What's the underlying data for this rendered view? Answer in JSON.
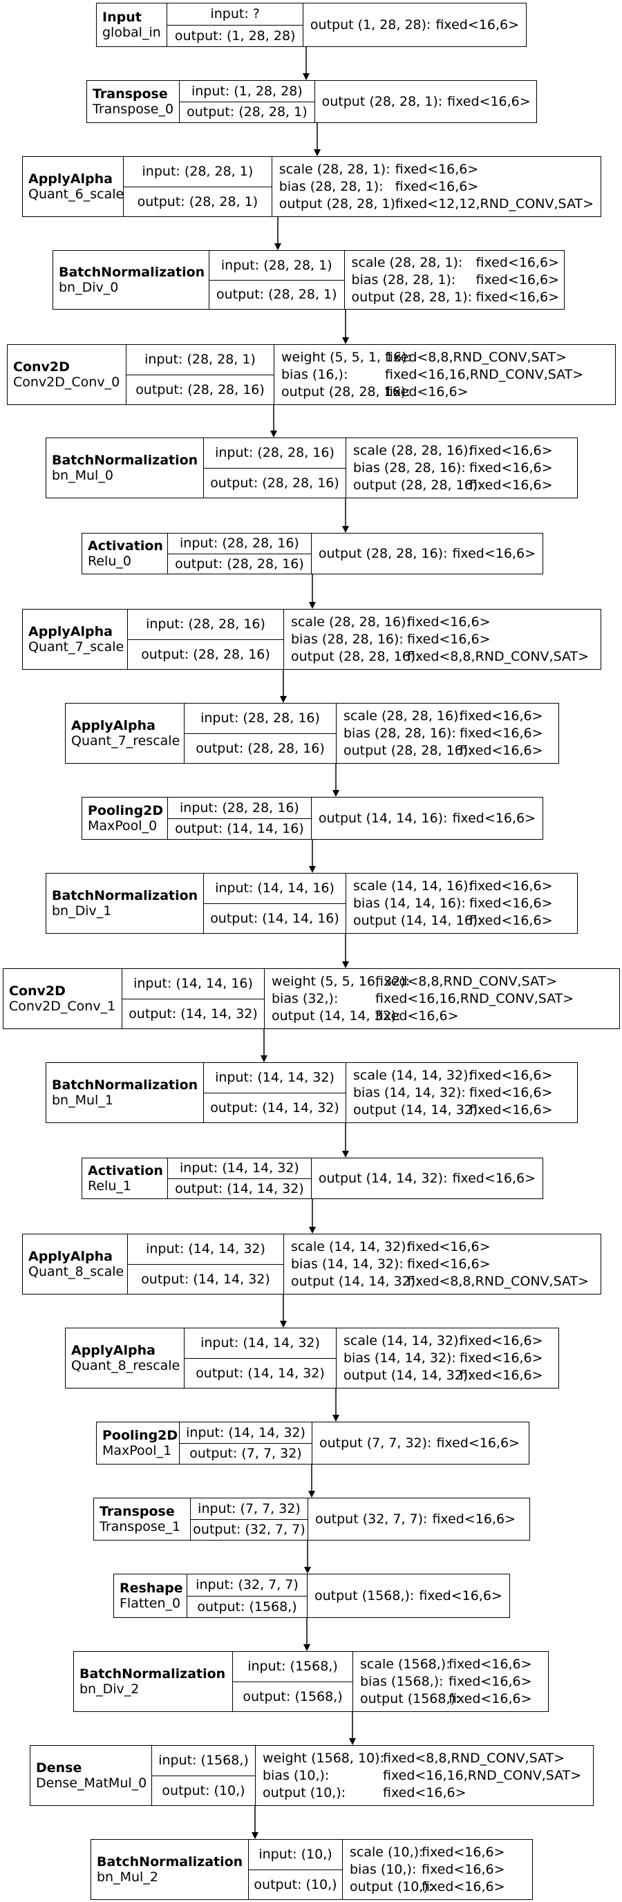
{
  "nodes": [
    {
      "op": "Input",
      "instance": "global_in",
      "input": "input: ?",
      "output": "output: (1, 28, 28)",
      "rows": [
        {
          "label": "output (1, 28, 28):",
          "value": "fixed<16,6>"
        }
      ]
    },
    {
      "op": "Transpose",
      "instance": "Transpose_0",
      "input": "input: (1, 28, 28)",
      "output": "output: (28, 28, 1)",
      "rows": [
        {
          "label": "output (28, 28, 1):",
          "value": "fixed<16,6>"
        }
      ]
    },
    {
      "op": "ApplyAlpha",
      "instance": "Quant_6_scale",
      "input": "input: (28, 28, 1)",
      "output": "output: (28, 28, 1)",
      "rows": [
        {
          "label": "scale (28, 28, 1):",
          "value": "fixed<16,6>"
        },
        {
          "label": "bias (28, 28, 1):",
          "value": "fixed<16,6>"
        },
        {
          "label": "output (28, 28, 1):",
          "value": "fixed<12,12,RND_CONV,SAT>"
        }
      ]
    },
    {
      "op": "BatchNormalization",
      "instance": "bn_Div_0",
      "input": "input: (28, 28, 1)",
      "output": "output: (28, 28, 1)",
      "rows": [
        {
          "label": "scale (28, 28, 1):",
          "value": "fixed<16,6>"
        },
        {
          "label": "bias (28, 28, 1):",
          "value": "fixed<16,6>"
        },
        {
          "label": "output (28, 28, 1):",
          "value": "fixed<16,6>"
        }
      ]
    },
    {
      "op": "Conv2D",
      "instance": "Conv2D_Conv_0",
      "input": "input: (28, 28, 1)",
      "output": "output: (28, 28, 16)",
      "rows": [
        {
          "label": "weight (5, 5, 1, 16):",
          "value": "fixed<8,8,RND_CONV,SAT>"
        },
        {
          "label": "bias (16,):",
          "value": "fixed<16,16,RND_CONV,SAT>"
        },
        {
          "label": "output (28, 28, 16):",
          "value": "fixed<16,6>"
        }
      ]
    },
    {
      "op": "BatchNormalization",
      "instance": "bn_Mul_0",
      "input": "input: (28, 28, 16)",
      "output": "output: (28, 28, 16)",
      "rows": [
        {
          "label": "scale (28, 28, 16):",
          "value": "fixed<16,6>"
        },
        {
          "label": "bias (28, 28, 16):",
          "value": "fixed<16,6>"
        },
        {
          "label": "output (28, 28, 16):",
          "value": "fixed<16,6>"
        }
      ]
    },
    {
      "op": "Activation",
      "instance": "Relu_0",
      "input": "input: (28, 28, 16)",
      "output": "output: (28, 28, 16)",
      "rows": [
        {
          "label": "output (28, 28, 16):",
          "value": "fixed<16,6>"
        }
      ]
    },
    {
      "op": "ApplyAlpha",
      "instance": "Quant_7_scale",
      "input": "input: (28, 28, 16)",
      "output": "output: (28, 28, 16)",
      "rows": [
        {
          "label": "scale (28, 28, 16):",
          "value": "fixed<16,6>"
        },
        {
          "label": "bias (28, 28, 16):",
          "value": "fixed<16,6>"
        },
        {
          "label": "output (28, 28, 16):",
          "value": "fixed<8,8,RND_CONV,SAT>"
        }
      ]
    },
    {
      "op": "ApplyAlpha",
      "instance": "Quant_7_rescale",
      "input": "input: (28, 28, 16)",
      "output": "output: (28, 28, 16)",
      "rows": [
        {
          "label": "scale (28, 28, 16):",
          "value": "fixed<16,6>"
        },
        {
          "label": "bias (28, 28, 16):",
          "value": "fixed<16,6>"
        },
        {
          "label": "output (28, 28, 16):",
          "value": "fixed<16,6>"
        }
      ]
    },
    {
      "op": "Pooling2D",
      "instance": "MaxPool_0",
      "input": "input: (28, 28, 16)",
      "output": "output: (14, 14, 16)",
      "rows": [
        {
          "label": "output (14, 14, 16):",
          "value": "fixed<16,6>"
        }
      ]
    },
    {
      "op": "BatchNormalization",
      "instance": "bn_Div_1",
      "input": "input: (14, 14, 16)",
      "output": "output: (14, 14, 16)",
      "rows": [
        {
          "label": "scale (14, 14, 16):",
          "value": "fixed<16,6>"
        },
        {
          "label": "bias (14, 14, 16):",
          "value": "fixed<16,6>"
        },
        {
          "label": "output (14, 14, 16):",
          "value": "fixed<16,6>"
        }
      ]
    },
    {
      "op": "Conv2D",
      "instance": "Conv2D_Conv_1",
      "input": "input: (14, 14, 16)",
      "output": "output: (14, 14, 32)",
      "rows": [
        {
          "label": "weight (5, 5, 16, 32):",
          "value": "fixed<8,8,RND_CONV,SAT>"
        },
        {
          "label": "bias (32,):",
          "value": "fixed<16,16,RND_CONV,SAT>"
        },
        {
          "label": "output (14, 14, 32):",
          "value": "fixed<16,6>"
        }
      ]
    },
    {
      "op": "BatchNormalization",
      "instance": "bn_Mul_1",
      "input": "input: (14, 14, 32)",
      "output": "output: (14, 14, 32)",
      "rows": [
        {
          "label": "scale (14, 14, 32):",
          "value": "fixed<16,6>"
        },
        {
          "label": "bias (14, 14, 32):",
          "value": "fixed<16,6>"
        },
        {
          "label": "output (14, 14, 32):",
          "value": "fixed<16,6>"
        }
      ]
    },
    {
      "op": "Activation",
      "instance": "Relu_1",
      "input": "input: (14, 14, 32)",
      "output": "output: (14, 14, 32)",
      "rows": [
        {
          "label": "output (14, 14, 32):",
          "value": "fixed<16,6>"
        }
      ]
    },
    {
      "op": "ApplyAlpha",
      "instance": "Quant_8_scale",
      "input": "input: (14, 14, 32)",
      "output": "output: (14, 14, 32)",
      "rows": [
        {
          "label": "scale (14, 14, 32):",
          "value": "fixed<16,6>"
        },
        {
          "label": "bias (14, 14, 32):",
          "value": "fixed<16,6>"
        },
        {
          "label": "output (14, 14, 32):",
          "value": "fixed<8,8,RND_CONV,SAT>"
        }
      ]
    },
    {
      "op": "ApplyAlpha",
      "instance": "Quant_8_rescale",
      "input": "input: (14, 14, 32)",
      "output": "output: (14, 14, 32)",
      "rows": [
        {
          "label": "scale (14, 14, 32):",
          "value": "fixed<16,6>"
        },
        {
          "label": "bias (14, 14, 32):",
          "value": "fixed<16,6>"
        },
        {
          "label": "output (14, 14, 32):",
          "value": "fixed<16,6>"
        }
      ]
    },
    {
      "op": "Pooling2D",
      "instance": "MaxPool_1",
      "input": "input: (14, 14, 32)",
      "output": "output: (7, 7, 32)",
      "rows": [
        {
          "label": "output (7, 7, 32):",
          "value": "fixed<16,6>"
        }
      ]
    },
    {
      "op": "Transpose",
      "instance": "Transpose_1",
      "input": "input: (7, 7, 32)",
      "output": "output: (32, 7, 7)",
      "rows": [
        {
          "label": "output (32, 7, 7):",
          "value": "fixed<16,6>"
        }
      ]
    },
    {
      "op": "Reshape",
      "instance": "Flatten_0",
      "input": "input: (32, 7, 7)",
      "output": "output: (1568,)",
      "rows": [
        {
          "label": "output (1568,):",
          "value": "fixed<16,6>"
        }
      ]
    },
    {
      "op": "BatchNormalization",
      "instance": "bn_Div_2",
      "input": "input: (1568,)",
      "output": "output: (1568,)",
      "rows": [
        {
          "label": "scale (1568,):",
          "value": "fixed<16,6>"
        },
        {
          "label": "bias (1568,):",
          "value": "fixed<16,6>"
        },
        {
          "label": "output (1568,):",
          "value": "fixed<16,6>"
        }
      ]
    },
    {
      "op": "Dense",
      "instance": "Dense_MatMul_0",
      "input": "input: (1568,)",
      "output": "output: (10,)",
      "rows": [
        {
          "label": "weight (1568, 10):",
          "value": "fixed<8,8,RND_CONV,SAT>"
        },
        {
          "label": "bias (10,):",
          "value": "fixed<16,16,RND_CONV,SAT>"
        },
        {
          "label": "output (10,):",
          "value": "fixed<16,6>"
        }
      ]
    },
    {
      "op": "BatchNormalization",
      "instance": "bn_Mul_2",
      "input": "input: (10,)",
      "output": "output: (10,)",
      "rows": [
        {
          "label": "scale (10,):",
          "value": "fixed<16,6>"
        },
        {
          "label": "bias (10,):",
          "value": "fixed<16,6>"
        },
        {
          "label": "output (10,):",
          "value": "fixed<16,6>"
        }
      ]
    }
  ]
}
